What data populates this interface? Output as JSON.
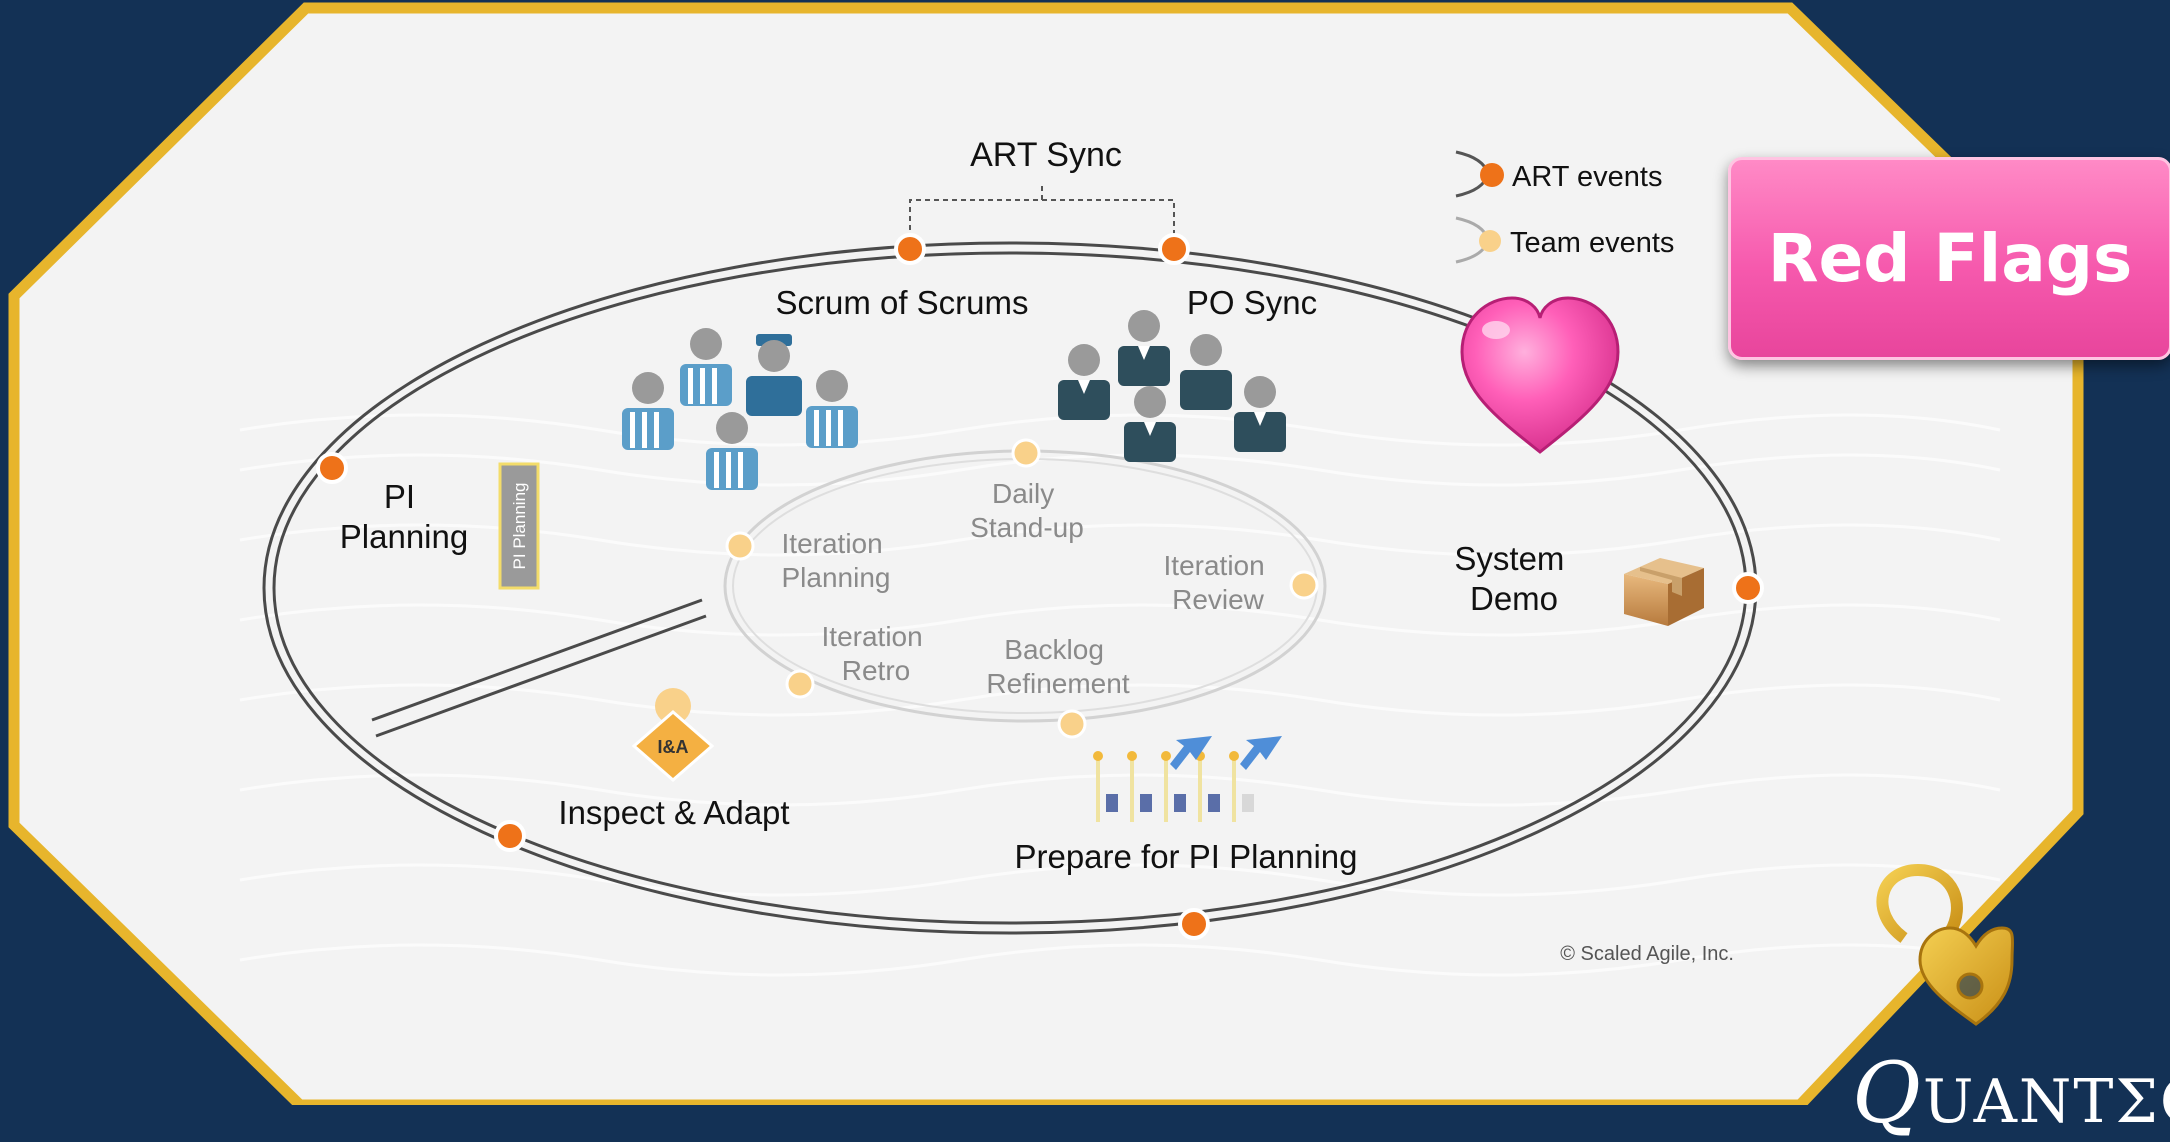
{
  "diagram": {
    "art_sync": "ART Sync",
    "legend": {
      "art_events": "ART events",
      "team_events": "Team events"
    },
    "scrum_of_scrums": "Scrum of Scrums",
    "po_sync": "PO Sync",
    "pi_planning": {
      "line1": "PI",
      "line2": "Planning"
    },
    "pi_planning_tag": "PI Planning",
    "system_demo": {
      "line1": "System",
      "line2": "Demo"
    },
    "inspect_adapt": "Inspect & Adapt",
    "ia_badge": "I&A",
    "prepare_pi": "Prepare for PI Planning",
    "daily_standup": {
      "line1": "Daily",
      "line2": "Stand-up"
    },
    "iteration_planning": {
      "line1": "Iteration",
      "line2": "Planning"
    },
    "iteration_review": {
      "line1": "Iteration",
      "line2": "Review"
    },
    "iteration_retro": {
      "line1": "Iteration",
      "line2": "Retro"
    },
    "backlog_refinement": {
      "line1": "Backlog",
      "line2": "Refinement"
    },
    "copyright": "© Scaled Agile, Inc."
  },
  "badge": {
    "label": "Red Flags"
  },
  "brand": {
    "initial": "Q",
    "rest": "UANTΣCL"
  },
  "colors": {
    "background": "#133155",
    "gold_frame": "#e7b52c",
    "art_event": "#ee7219",
    "team_event": "#f9d18a",
    "badge_pink": "#f659ad",
    "heart_pink": "#ff5fb8"
  },
  "icons": [
    "people-icon",
    "heart-icon",
    "box-icon",
    "lock-icon",
    "pushpin-icon",
    "arrow-icon"
  ]
}
